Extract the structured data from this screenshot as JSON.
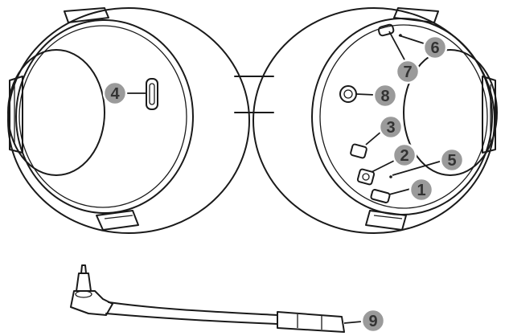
{
  "callouts": [
    {
      "id": "4",
      "label": "4"
    },
    {
      "id": "6",
      "label": "6"
    },
    {
      "id": "7",
      "label": "7"
    },
    {
      "id": "8",
      "label": "8"
    },
    {
      "id": "3",
      "label": "3"
    },
    {
      "id": "2",
      "label": "2"
    },
    {
      "id": "5",
      "label": "5"
    },
    {
      "id": "1",
      "label": "1"
    },
    {
      "id": "9",
      "label": "9"
    }
  ],
  "colors": {
    "line": "#1a1a1a",
    "callout_fill": "#9a9a9a",
    "callout_text": "#333333",
    "background": "#ffffff"
  }
}
